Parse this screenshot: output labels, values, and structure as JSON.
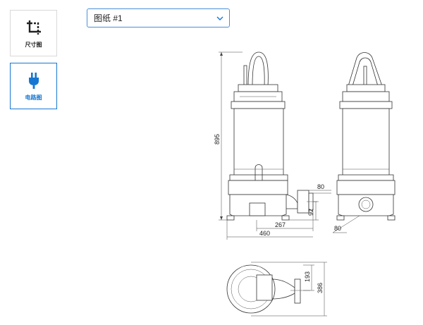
{
  "sidebar": {
    "items": [
      {
        "label": "尺寸图",
        "icon": "crop-icon",
        "active": false
      },
      {
        "label": "电路图",
        "icon": "plug-icon",
        "active": true
      }
    ]
  },
  "selector": {
    "value": "图纸 #1",
    "icon": "chevron-down-icon"
  },
  "drawing": {
    "dimensions": {
      "height": "895",
      "width": "460",
      "outlet_offset": "267",
      "flange": "80",
      "outlet_height": "92",
      "side_flange": "80",
      "top_depth": "386",
      "top_offset": "193"
    }
  },
  "colors": {
    "accent": "#1677d2",
    "border": "#d9d9d9"
  }
}
